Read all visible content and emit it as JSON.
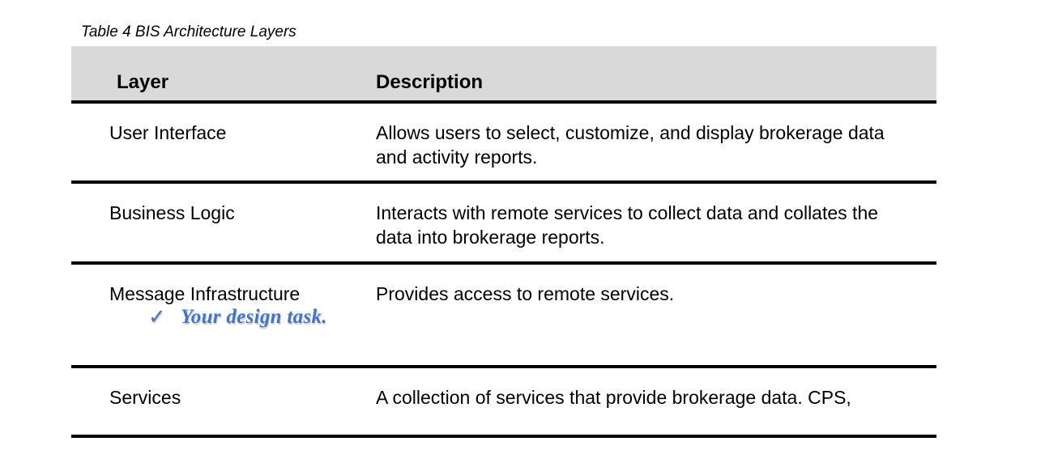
{
  "caption": "Table 4 BIS Architecture Layers",
  "table": {
    "columns": {
      "layer": "Layer",
      "description": "Description"
    },
    "header_background": "#D9D9D9",
    "rows": [
      {
        "layer": "User Interface",
        "description": "Allows users to select, customize, and display brokerage data and activity reports."
      },
      {
        "layer": "Business Logic",
        "description": "Interacts with remote services to collect data and collates the data into brokerage reports."
      },
      {
        "layer": "Message Infrastructure",
        "description": "Provides access to remote services.",
        "annotation": {
          "icon": "check-icon",
          "glyph": "✓",
          "text": "Your design task.",
          "color": "#4472C4"
        }
      },
      {
        "layer": "Services",
        "description": "A collection of services that provide brokerage data. CPS,"
      }
    ]
  }
}
